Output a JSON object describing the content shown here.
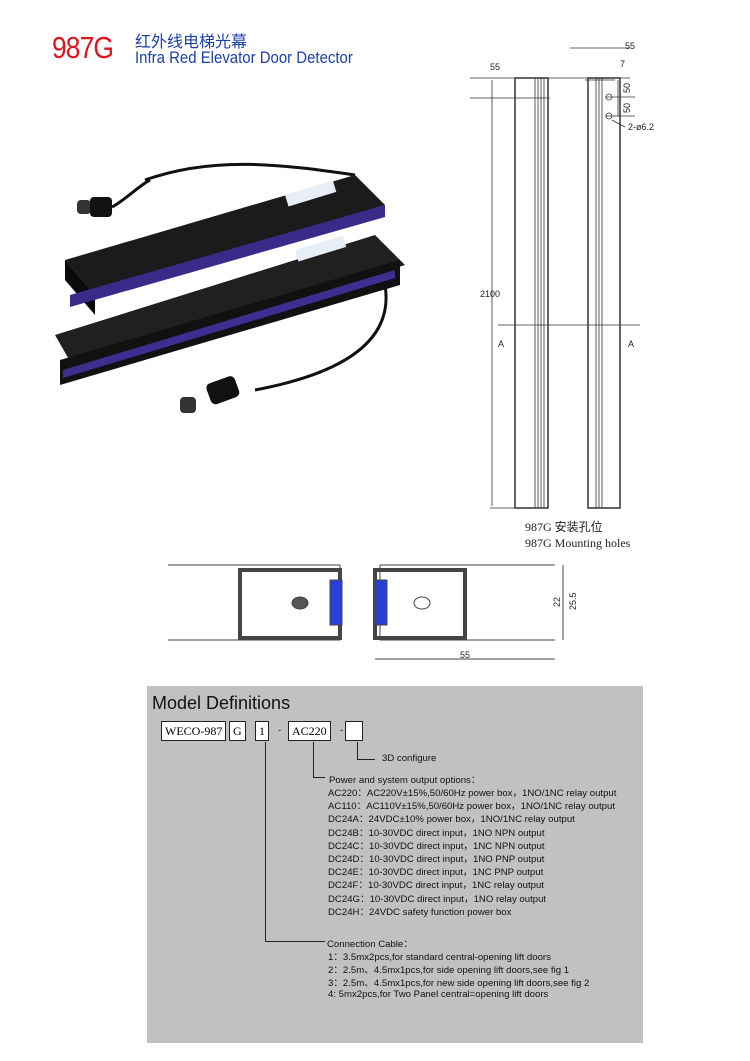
{
  "header": {
    "model": "987G",
    "title_cn": "红外线电梯光幕",
    "title_en": "Infra Red Elevator Door Detector"
  },
  "drawing": {
    "width_left": "55",
    "width_right": "55",
    "offset": "7",
    "hole_spacing_1": "50",
    "hole_spacing_2": "50",
    "holes": "2-ø6.2",
    "length": "2100",
    "section_mark": "A",
    "caption_cn": "987G 安装孔位",
    "caption_en": "987G  Mounting holes"
  },
  "section": {
    "height_inner": "22",
    "height_outer": "25.5",
    "width": "55"
  },
  "definitions": {
    "title": "Model Definitions",
    "code": [
      "WECO-987",
      "G",
      "1",
      "-",
      "AC220",
      "-",
      ""
    ],
    "configure": "3D configure",
    "power_title": "Power and system output options：",
    "power_options": [
      "AC220：AC220V±15%,50/60Hz power box，1NO/1NC relay output",
      "AC110：AC110V±15%,50/60Hz power box，1NO/1NC relay output",
      "DC24A：24VDC±10% power box，1NO/1NC relay output",
      "DC24B：10-30VDC direct input，1NO NPN output",
      "DC24C：10-30VDC direct input，1NC NPN output",
      "DC24D：10-30VDC direct input，1NO PNP output",
      "DC24E：10-30VDC direct input，1NC PNP output",
      "DC24F：10-30VDC direct input，1NC relay output",
      "DC24G：10-30VDC direct input，1NO relay output",
      "DC24H：24VDC safety function power box"
    ],
    "cable_title": "Connection Cable：",
    "cable_options": [
      "1：3.5mx2pcs,for standard central-opening lift doors",
      "2：2.5m、4.5mx1pcs,for side opening lift doors,see fig 1",
      "3：2.5m、4.5mx1pcs,for new side opening lift doors,see fig 2",
      "4: 5mx2pcs,for Two Panel central=opening lift doors"
    ]
  }
}
